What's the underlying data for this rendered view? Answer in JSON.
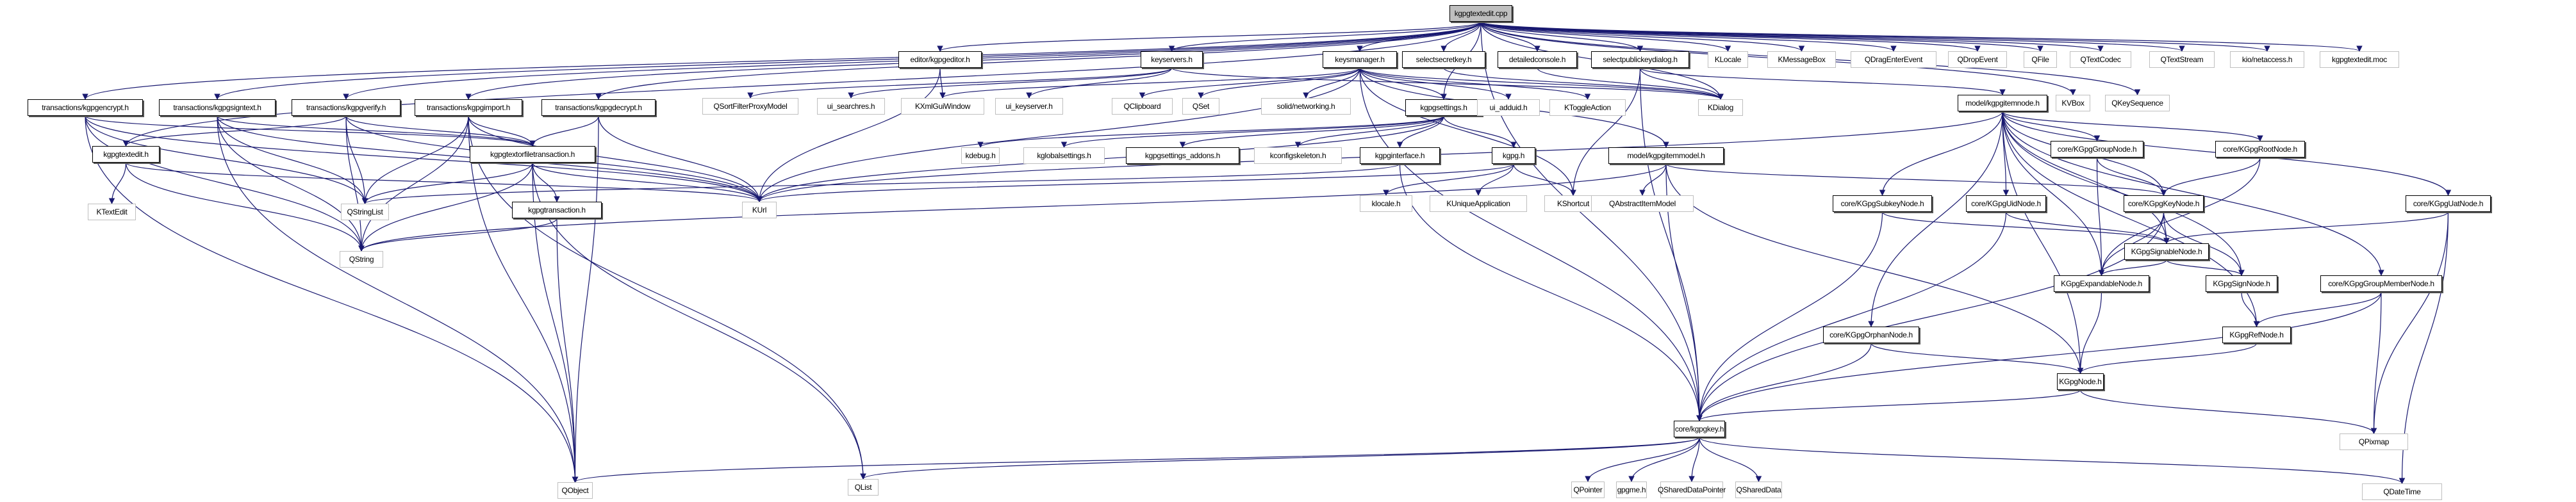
{
  "diagram": {
    "title": "kgpgtextedit.cpp include dependency graph",
    "edge_color": "#191970",
    "root_fill": "#bfbfbf",
    "nodes": [
      {
        "id": "root",
        "label": "kgpgtextedit.cpp",
        "kind": "root"
      },
      {
        "id": "enc",
        "label": "transactions/kgpgencrypt.h",
        "kind": "doc"
      },
      {
        "id": "sign",
        "label": "transactions/kgpgsigntext.h",
        "kind": "doc"
      },
      {
        "id": "verify",
        "label": "transactions/kgpgverify.h",
        "kind": "doc"
      },
      {
        "id": "import",
        "label": "transactions/kgpgimport.h",
        "kind": "doc"
      },
      {
        "id": "decrypt",
        "label": "transactions/kgpgdecrypt.h",
        "kind": "doc"
      },
      {
        "id": "editor",
        "label": "editor/kgpgeditor.h",
        "kind": "doc"
      },
      {
        "id": "keyservers",
        "label": "keyservers.h",
        "kind": "doc"
      },
      {
        "id": "keysmanager",
        "label": "keysmanager.h",
        "kind": "doc"
      },
      {
        "id": "selectsecret",
        "label": "selectsecretkey.h",
        "kind": "doc"
      },
      {
        "id": "detailed",
        "label": "detailedconsole.h",
        "kind": "doc"
      },
      {
        "id": "selectpub",
        "label": "selectpublickeydialog.h",
        "kind": "doc"
      },
      {
        "id": "klocale_c",
        "label": "KLocale",
        "kind": "ext"
      },
      {
        "id": "kmsgbox",
        "label": "KMessageBox",
        "kind": "ext"
      },
      {
        "id": "qdragenter",
        "label": "QDragEnterEvent",
        "kind": "ext"
      },
      {
        "id": "qdrop",
        "label": "QDropEvent",
        "kind": "ext"
      },
      {
        "id": "qfile",
        "label": "QFile",
        "kind": "ext"
      },
      {
        "id": "qtextcodec",
        "label": "QTextCodec",
        "kind": "ext"
      },
      {
        "id": "qtextstream",
        "label": "QTextStream",
        "kind": "ext"
      },
      {
        "id": "netaccess",
        "label": "kio/netaccess.h",
        "kind": "ext"
      },
      {
        "id": "moc",
        "label": "kgpgtextedit.moc",
        "kind": "ext"
      },
      {
        "id": "textedit_h",
        "label": "kgpgtextedit.h",
        "kind": "doc"
      },
      {
        "id": "textorfile",
        "label": "kgpgtextorfiletransaction.h",
        "kind": "doc"
      },
      {
        "id": "qsfpm",
        "label": "QSortFilterProxyModel",
        "kind": "ext"
      },
      {
        "id": "searchres",
        "label": "ui_searchres.h",
        "kind": "ext"
      },
      {
        "id": "kxmlgui",
        "label": "KXmlGuiWindow",
        "kind": "ext"
      },
      {
        "id": "uikeyserver",
        "label": "ui_keyserver.h",
        "kind": "ext"
      },
      {
        "id": "qclipboard",
        "label": "QClipboard",
        "kind": "ext"
      },
      {
        "id": "qset",
        "label": "QSet",
        "kind": "ext"
      },
      {
        "id": "solid",
        "label": "solid/networking.h",
        "kind": "ext"
      },
      {
        "id": "settings",
        "label": "kgpgsettings.h",
        "kind": "doc"
      },
      {
        "id": "adduid",
        "label": "ui_adduid.h",
        "kind": "ext"
      },
      {
        "id": "ktoggle",
        "label": "KToggleAction",
        "kind": "ext"
      },
      {
        "id": "kdialog",
        "label": "KDialog",
        "kind": "ext"
      },
      {
        "id": "itemnode",
        "label": "model/kgpgitemnode.h",
        "kind": "doc"
      },
      {
        "id": "kvbox",
        "label": "KVBox",
        "kind": "ext"
      },
      {
        "id": "qkeyseq",
        "label": "QKeySequence",
        "kind": "ext"
      },
      {
        "id": "ktextedit",
        "label": "KTextEdit",
        "kind": "ext"
      },
      {
        "id": "qstringlist",
        "label": "QStringList",
        "kind": "ext"
      },
      {
        "id": "kgpgtransaction",
        "label": "kgpgtransaction.h",
        "kind": "doc"
      },
      {
        "id": "kurl",
        "label": "KUrl",
        "kind": "ext"
      },
      {
        "id": "kdebug",
        "label": "kdebug.h",
        "kind": "ext"
      },
      {
        "id": "kglobalsettings",
        "label": "kglobalsettings.h",
        "kind": "ext"
      },
      {
        "id": "settingsaddons",
        "label": "kgpgsettings_addons.h",
        "kind": "doc"
      },
      {
        "id": "kconfigskel",
        "label": "kconfigskeleton.h",
        "kind": "ext"
      },
      {
        "id": "interface",
        "label": "kgpginterface.h",
        "kind": "doc"
      },
      {
        "id": "kgpg",
        "label": "kgpg.h",
        "kind": "doc"
      },
      {
        "id": "itemmodel",
        "label": "model/kgpgitemmodel.h",
        "kind": "doc"
      },
      {
        "id": "groupnode",
        "label": "core/KGpgGroupNode.h",
        "kind": "doc"
      },
      {
        "id": "rootnode",
        "label": "core/KGpgRootNode.h",
        "kind": "doc"
      },
      {
        "id": "qstring",
        "label": "QString",
        "kind": "ext"
      },
      {
        "id": "klocale_h",
        "label": "klocale.h",
        "kind": "ext"
      },
      {
        "id": "kunique",
        "label": "KUniqueApplication",
        "kind": "ext"
      },
      {
        "id": "kshortcut",
        "label": "KShortcut",
        "kind": "ext"
      },
      {
        "id": "qaim",
        "label": "QAbstractItemModel",
        "kind": "ext"
      },
      {
        "id": "subkeynode",
        "label": "core/KGpgSubkeyNode.h",
        "kind": "doc"
      },
      {
        "id": "uidnode",
        "label": "core/KGpgUidNode.h",
        "kind": "doc"
      },
      {
        "id": "keynode",
        "label": "core/KGpgKeyNode.h",
        "kind": "doc"
      },
      {
        "id": "uatnode",
        "label": "core/KGpgUatNode.h",
        "kind": "doc"
      },
      {
        "id": "signable",
        "label": "KGpgSignableNode.h",
        "kind": "doc"
      },
      {
        "id": "expandable",
        "label": "KGpgExpandableNode.h",
        "kind": "doc"
      },
      {
        "id": "signnode",
        "label": "KGpgSignNode.h",
        "kind": "doc"
      },
      {
        "id": "groupmember",
        "label": "core/KGpgGroupMemberNode.h",
        "kind": "doc"
      },
      {
        "id": "orphan",
        "label": "core/KGpgOrphanNode.h",
        "kind": "doc"
      },
      {
        "id": "refnode",
        "label": "KGpgRefNode.h",
        "kind": "doc"
      },
      {
        "id": "kgpgnode",
        "label": "KGpgNode.h",
        "kind": "doc"
      },
      {
        "id": "qpixmap",
        "label": "QPixmap",
        "kind": "ext"
      },
      {
        "id": "kgpgkey",
        "label": "core/kgpgkey.h",
        "kind": "doc"
      },
      {
        "id": "qobject",
        "label": "QObject",
        "kind": "ext"
      },
      {
        "id": "qlist",
        "label": "QList",
        "kind": "ext"
      },
      {
        "id": "qpointer",
        "label": "QPointer",
        "kind": "ext"
      },
      {
        "id": "gpgme",
        "label": "gpgme.h",
        "kind": "ext"
      },
      {
        "id": "qsdp",
        "label": "QSharedDataPointer",
        "kind": "ext"
      },
      {
        "id": "qshareddata",
        "label": "QSharedData",
        "kind": "ext"
      },
      {
        "id": "qdatetime",
        "label": "QDateTime",
        "kind": "ext"
      }
    ],
    "edges": [
      [
        "root",
        "enc"
      ],
      [
        "root",
        "sign"
      ],
      [
        "root",
        "verify"
      ],
      [
        "root",
        "import"
      ],
      [
        "root",
        "decrypt"
      ],
      [
        "root",
        "editor"
      ],
      [
        "root",
        "keyservers"
      ],
      [
        "root",
        "keysmanager"
      ],
      [
        "root",
        "selectsecret"
      ],
      [
        "root",
        "detailed"
      ],
      [
        "root",
        "selectpub"
      ],
      [
        "root",
        "klocale_c"
      ],
      [
        "root",
        "kmsgbox"
      ],
      [
        "root",
        "qdragenter"
      ],
      [
        "root",
        "qdrop"
      ],
      [
        "root",
        "qfile"
      ],
      [
        "root",
        "qtextcodec"
      ],
      [
        "root",
        "qtextstream"
      ],
      [
        "root",
        "netaccess"
      ],
      [
        "root",
        "moc"
      ],
      [
        "root",
        "textedit_h"
      ],
      [
        "root",
        "settings"
      ],
      [
        "root",
        "kdialog"
      ],
      [
        "root",
        "kvbox"
      ],
      [
        "root",
        "qkeyseq"
      ],
      [
        "root",
        "kgpgkey"
      ],
      [
        "enc",
        "textorfile"
      ],
      [
        "enc",
        "qstringlist"
      ],
      [
        "enc",
        "qstring"
      ],
      [
        "enc",
        "kurl"
      ],
      [
        "enc",
        "qobject"
      ],
      [
        "sign",
        "textorfile"
      ],
      [
        "sign",
        "qstringlist"
      ],
      [
        "sign",
        "qstring"
      ],
      [
        "sign",
        "kurl"
      ],
      [
        "sign",
        "qobject"
      ],
      [
        "verify",
        "textorfile"
      ],
      [
        "verify",
        "qstringlist"
      ],
      [
        "verify",
        "qstring"
      ],
      [
        "verify",
        "kurl"
      ],
      [
        "verify",
        "textedit_h"
      ],
      [
        "import",
        "textorfile"
      ],
      [
        "import",
        "qstringlist"
      ],
      [
        "import",
        "qstring"
      ],
      [
        "import",
        "kurl"
      ],
      [
        "import",
        "qobject"
      ],
      [
        "import",
        "qlist"
      ],
      [
        "decrypt",
        "textorfile"
      ],
      [
        "decrypt",
        "kurl"
      ],
      [
        "decrypt",
        "qobject"
      ],
      [
        "editor",
        "kxmlgui"
      ],
      [
        "editor",
        "kurl"
      ],
      [
        "keyservers",
        "qsfpm"
      ],
      [
        "keyservers",
        "searchres"
      ],
      [
        "keyservers",
        "uikeyserver"
      ],
      [
        "keyservers",
        "kdialog"
      ],
      [
        "keysmanager",
        "qclipboard"
      ],
      [
        "keysmanager",
        "qset"
      ],
      [
        "keysmanager",
        "solid"
      ],
      [
        "keysmanager",
        "settings"
      ],
      [
        "keysmanager",
        "adduid"
      ],
      [
        "keysmanager",
        "ktoggle"
      ],
      [
        "keysmanager",
        "kdialog"
      ],
      [
        "keysmanager",
        "itemmodel"
      ],
      [
        "keysmanager",
        "kxmlgui"
      ],
      [
        "keysmanager",
        "kurl"
      ],
      [
        "keysmanager",
        "kgpgkey"
      ],
      [
        "keysmanager",
        "kshortcut"
      ],
      [
        "selectsecret",
        "kdialog"
      ],
      [
        "detailed",
        "kdialog"
      ],
      [
        "selectpub",
        "kdialog"
      ],
      [
        "selectpub",
        "kshortcut"
      ],
      [
        "selectpub",
        "itemnode"
      ],
      [
        "selectpub",
        "kgpgkey"
      ],
      [
        "textedit_h",
        "ktextedit"
      ],
      [
        "textedit_h",
        "qstring"
      ],
      [
        "textedit_h",
        "kurl"
      ],
      [
        "textorfile",
        "kgpgtransaction"
      ],
      [
        "textorfile",
        "qstringlist"
      ],
      [
        "textorfile",
        "qstring"
      ],
      [
        "textorfile",
        "kurl"
      ],
      [
        "textorfile",
        "qobject"
      ],
      [
        "textorfile",
        "qlist"
      ],
      [
        "kgpgtransaction",
        "qstring"
      ],
      [
        "kgpgtransaction",
        "qobject"
      ],
      [
        "settings",
        "kdebug"
      ],
      [
        "settings",
        "kglobalsettings"
      ],
      [
        "settings",
        "settingsaddons"
      ],
      [
        "settings",
        "kconfigskel"
      ],
      [
        "settings",
        "interface"
      ],
      [
        "settings",
        "kgpg"
      ],
      [
        "settings",
        "kurl"
      ],
      [
        "interface",
        "qstringlist"
      ],
      [
        "interface",
        "kgpgkey"
      ],
      [
        "kgpg",
        "klocale_h"
      ],
      [
        "kgpg",
        "kunique"
      ],
      [
        "kgpg",
        "kshortcut"
      ],
      [
        "kgpg",
        "kurl"
      ],
      [
        "itemmodel",
        "qaim"
      ],
      [
        "itemmodel",
        "qstring"
      ],
      [
        "itemmodel",
        "keynode"
      ],
      [
        "itemmodel",
        "kgpgnode"
      ],
      [
        "itemmodel",
        "kgpgkey"
      ],
      [
        "itemnode",
        "groupnode"
      ],
      [
        "itemnode",
        "rootnode"
      ],
      [
        "itemnode",
        "subkeynode"
      ],
      [
        "itemnode",
        "uidnode"
      ],
      [
        "itemnode",
        "keynode"
      ],
      [
        "itemnode",
        "uatnode"
      ],
      [
        "itemnode",
        "signable"
      ],
      [
        "itemnode",
        "expandable"
      ],
      [
        "itemnode",
        "signnode"
      ],
      [
        "itemnode",
        "groupmember"
      ],
      [
        "itemnode",
        "orphan"
      ],
      [
        "itemnode",
        "refnode"
      ],
      [
        "itemnode",
        "kgpgnode"
      ],
      [
        "itemnode",
        "kurl"
      ],
      [
        "groupnode",
        "keynode"
      ],
      [
        "groupnode",
        "expandable"
      ],
      [
        "rootnode",
        "keynode"
      ],
      [
        "rootnode",
        "expandable"
      ],
      [
        "subkeynode",
        "signable"
      ],
      [
        "subkeynode",
        "kgpgkey"
      ],
      [
        "uidnode",
        "signable"
      ],
      [
        "uidnode",
        "kgpgkey"
      ],
      [
        "uatnode",
        "signable"
      ],
      [
        "uatnode",
        "qpixmap"
      ],
      [
        "uatnode",
        "qdatetime"
      ],
      [
        "keynode",
        "signable"
      ],
      [
        "keynode",
        "expandable"
      ],
      [
        "keynode",
        "signnode"
      ],
      [
        "keynode",
        "kgpgkey"
      ],
      [
        "signable",
        "expandable"
      ],
      [
        "signable",
        "signnode"
      ],
      [
        "expandable",
        "kgpgnode"
      ],
      [
        "signnode",
        "refnode"
      ],
      [
        "groupmember",
        "refnode"
      ],
      [
        "groupmember",
        "qpixmap"
      ],
      [
        "groupmember",
        "kgpgkey"
      ],
      [
        "orphan",
        "kgpgnode"
      ],
      [
        "orphan",
        "kgpgkey"
      ],
      [
        "refnode",
        "kgpgnode"
      ],
      [
        "kgpgnode",
        "kgpgkey"
      ],
      [
        "kgpgnode",
        "qpixmap"
      ],
      [
        "kgpgkey",
        "qpointer"
      ],
      [
        "kgpgkey",
        "gpgme"
      ],
      [
        "kgpgkey",
        "qsdp"
      ],
      [
        "kgpgkey",
        "qshareddata"
      ],
      [
        "kgpgkey",
        "qdatetime"
      ],
      [
        "kgpgkey",
        "qobject"
      ],
      [
        "kgpgkey",
        "qlist"
      ]
    ]
  }
}
